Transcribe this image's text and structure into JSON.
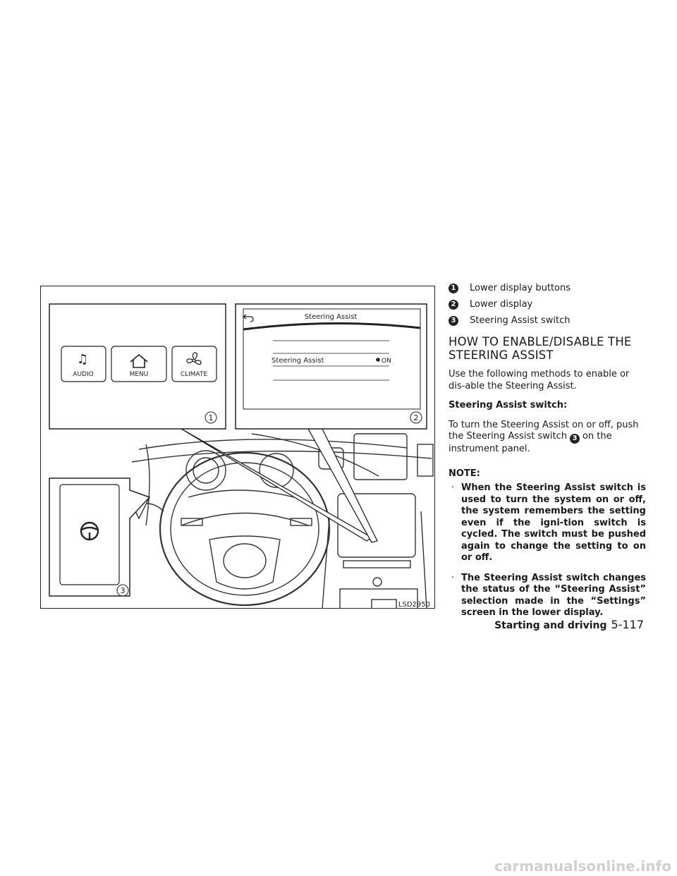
{
  "figure": {
    "buttons": [
      "AUDIO",
      "MENU",
      "CLIMATE"
    ],
    "screen_title": "Steering Assist",
    "screen_row_label": "Steering Assist",
    "screen_row_value": "ON",
    "callouts": [
      "1",
      "2",
      "3"
    ],
    "figure_id": "LSD2950"
  },
  "legend": [
    {
      "num": "1",
      "text": "Lower display buttons"
    },
    {
      "num": "2",
      "text": "Lower display"
    },
    {
      "num": "3",
      "text": "Steering Assist switch"
    }
  ],
  "section_heading": "HOW TO ENABLE/DISABLE THE STEERING ASSIST",
  "intro": "Use the following methods to enable or dis-able the Steering Assist.",
  "switch_heading": "Steering Assist switch:",
  "switch_text_before": "To turn the Steering Assist on or off, push the Steering Assist switch",
  "switch_text_num": "3",
  "switch_text_after": "on the instrument panel.",
  "note_title": "NOTE:",
  "notes": [
    "When the Steering Assist switch is used to turn the system on or off, the system remembers the setting even if the igni-tion switch is cycled. The switch must be pushed again to change the setting to on or off.",
    "The Steering Assist switch changes the status of the “Steering Assist” selection made in the “Settings” screen in the lower display."
  ],
  "footer": {
    "section": "Starting and driving",
    "page": "5-117"
  },
  "watermark": "carmanualsonline.info"
}
